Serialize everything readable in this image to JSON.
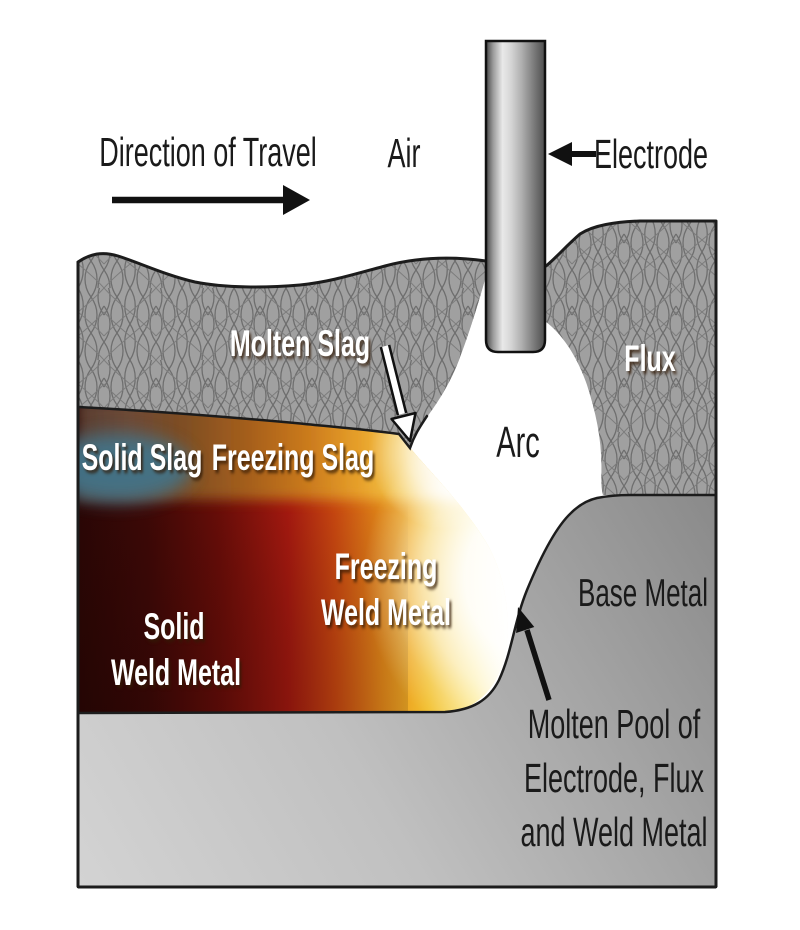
{
  "figure": {
    "title": "Submerged arc welding process diagram",
    "labels": {
      "direction_of_travel": "Direction of Travel",
      "air": "Air",
      "electrode": "Electrode",
      "molten_slag": "Molten Slag",
      "flux": "Flux",
      "arc": "Arc",
      "solid_slag": "Solid Slag",
      "freezing_slag": "Freezing Slag",
      "freezing_weld_metal": [
        "Freezing",
        "Weld Metal"
      ],
      "solid_weld_metal": [
        "Solid",
        "Weld Metal"
      ],
      "base_metal": "Base Metal",
      "molten_pool": [
        "Molten Pool of",
        "Electrode, Flux",
        "and Weld Metal"
      ]
    },
    "arrows": {
      "direction_of_travel": "right",
      "electrode_pointer": "left",
      "molten_slag_pointer": "down-right",
      "molten_pool_pointer": "up-left"
    },
    "colors": {
      "background": "#ffffff",
      "flux_gray": "#a0a0a0",
      "flux_mesh_line": "#6e6e6e",
      "solid_slag_teal": "#43758a",
      "solid_weld_dark": "#300806",
      "weld_red": "#bb1d12",
      "weld_orange": "#e88c1a",
      "weld_yellow": "#f2c02e",
      "arc_white": "#ffffff",
      "base_metal_gray": "#b4b4b4",
      "electrode_gray": "#c6c6c6",
      "outline": "#1c1c1c",
      "label_dark": "#1a1a1a",
      "label_light": "#ffffff"
    }
  }
}
